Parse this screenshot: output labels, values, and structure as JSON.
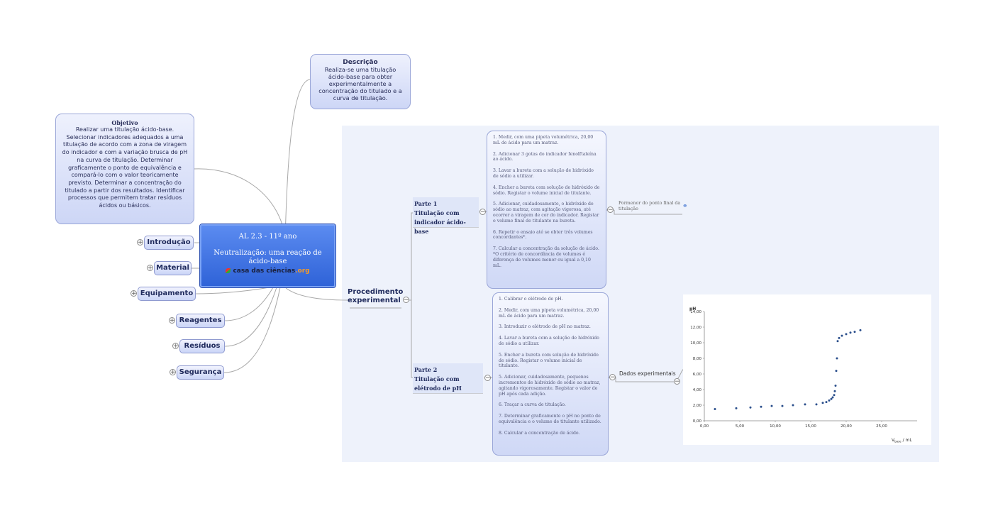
{
  "central": {
    "title": "AL 2.3 - 11º ano",
    "subtitle": "Neutralização: uma reação de ácido-base",
    "logo_main": "casa das ciências",
    "logo_suffix": ".org"
  },
  "descricao": {
    "title": "Descrição",
    "text": "Realiza-se uma titulação ácido-base para obter experimentalmente a concentração do titulado e a curva de titulação."
  },
  "objetivo": {
    "title": "Objetivo",
    "text": "Realizar uma titulação ácido-base. Selecionar indicadores adequados a uma titulação de acordo com a zona de viragem do indicador e com a variação brusca de pH na curva de titulação. Determinar graficamente o ponto de equivalência e compará-lo com o valor teoricamente previsto. Determinar a concentração do titulado a partir dos resultados. Identificar processos que permitem tratar resíduos ácidos ou básicos."
  },
  "topics": [
    "Introdução",
    "Material",
    "Equipamento",
    "Reagentes",
    "Resíduos",
    "Segurança"
  ],
  "procedimento": {
    "label": "Procedimento experimental",
    "parte1": {
      "label": "Parte 1\nTitulação com indicador ácido-base",
      "steps": [
        "1. Medir, com uma pipeta volumétrica, 20,00 mL de ácido para um matraz.",
        "2. Adicionar 3 gotas do indicador fenolftaleína ao ácido.",
        "3. Lavar a bureta com a solução de hidróxido de sódio a utilizar.",
        "4. Encher a bureta com solução de hidróxido de sódio. Registar o volume inicial de titulante.",
        "5. Adicionar, cuidadosamente, o hidróxido de sódio ao matraz, com agitação vigorosa, até ocorrer a viragem de cor do indicador. Registar o volume final de titulante na bureta.",
        "6. Repetir o ensaio até se obter três volumes concordantes*.",
        "7. Calcular a concentração da solução de ácido. *O critério de concordância de volumes é diferença de volumes menor ou igual a 0,10 mL."
      ],
      "detail": "Pormenor do ponto final da titulação"
    },
    "parte2": {
      "label": "Parte 2\nTitulação com elétrodo de pH",
      "steps": [
        "1. Calibrar o elétrodo de pH.",
        "2. Medir, com uma pipeta volumétrica, 20,00 mL de ácido para um matraz.",
        "3. Introduzir o elétrodo de pH no matraz.",
        "4. Lavar a bureta com a solução de hidróxido de sódio a utilizar.",
        "5. Encher a bureta com solução de hidróxido de sódio. Registar o volume inicial de titulante.",
        "5. Adicionar, cuidadosamente, pequenos incrementos de hidróxido de sódio ao matraz, agitando vigorosamente. Registar o valor de pH após cada adição.",
        "6. Traçar a curva de titulação.",
        "7. Determinar graficamente o pH no ponto de equivalência e o volume de titulante utilizado.",
        "8. Calcular a concentração de ácido."
      ],
      "detail": "Dados experimentais"
    }
  },
  "chart_data": {
    "type": "scatter",
    "ylabel": "pH",
    "xlabel_main": "V",
    "xlabel_sub": "base",
    "xlabel_unit": " / mL",
    "xlim": [
      0,
      30
    ],
    "ylim": [
      0,
      14
    ],
    "xticks": [
      "0,00",
      "5,00",
      "10,00",
      "15,00",
      "20,00",
      "25,00"
    ],
    "yticks": [
      "0,00",
      "2,00",
      "4,00",
      "6,00",
      "8,00",
      "10,00",
      "12,00",
      "14,00"
    ],
    "x": [
      1.5,
      4.5,
      6.5,
      8.0,
      9.5,
      11.0,
      12.5,
      14.2,
      15.8,
      16.7,
      17.2,
      17.6,
      17.9,
      18.1,
      18.3,
      18.4,
      18.5,
      18.6,
      18.7,
      18.8,
      19.0,
      19.4,
      20.0,
      20.6,
      21.2,
      22.0
    ],
    "y": [
      1.5,
      1.6,
      1.7,
      1.8,
      1.9,
      1.9,
      2.0,
      2.1,
      2.1,
      2.3,
      2.4,
      2.6,
      2.8,
      3.0,
      3.3,
      3.8,
      4.5,
      6.4,
      8.0,
      10.2,
      10.6,
      10.9,
      11.1,
      11.3,
      11.4,
      11.6
    ],
    "color": "#2b4f8c"
  },
  "colors": {
    "node_fill": "#cdd6f6",
    "node_border": "#8f9ad0",
    "central_fill": "#3d6fe0",
    "panel": "#eef2fb",
    "lines": "#a8a8a8"
  }
}
